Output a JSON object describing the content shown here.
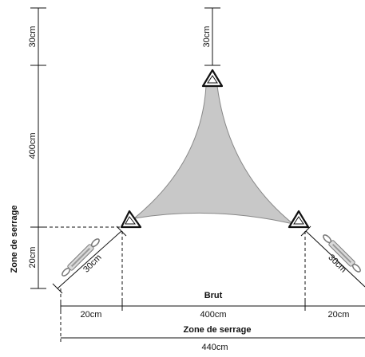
{
  "colors": {
    "sail_fill": "#c8c8c8",
    "line": "#111111",
    "dashed": "#111111",
    "ring_fill": "#ffffff"
  },
  "icons": {
    "corner_ring": "triangle-ring-icon",
    "turnbuckle": "turnbuckle-icon"
  },
  "dimensions": {
    "top_gap": "30cm",
    "left_gap": "30cm",
    "sail_height": "400cm",
    "lower_left": "20cm",
    "left_diag": "30cm",
    "right_diag": "30cm",
    "brut": "Brut",
    "bottom_left": "20cm",
    "bottom_center": "400cm",
    "bottom_right": "20cm",
    "zone_bottom": "Zone de serrage",
    "total_width": "440cm",
    "zone_side": "Zone de serrage"
  }
}
